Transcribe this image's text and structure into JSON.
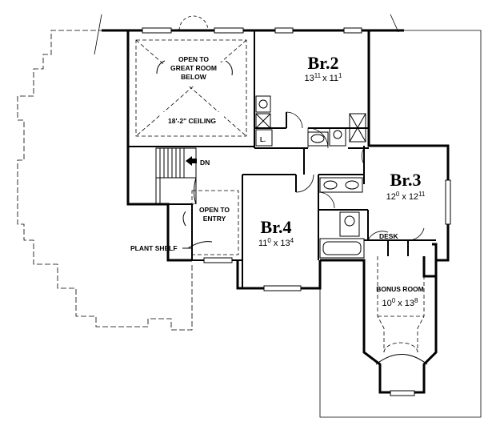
{
  "plan": {
    "rooms": {
      "br2": {
        "name": "Br.2",
        "w_main": "13",
        "w_sup": "11",
        "h_main": "11",
        "h_sup": "1"
      },
      "br3": {
        "name": "Br.3",
        "w_main": "12",
        "w_sup": "0",
        "h_main": "12",
        "h_sup": "11"
      },
      "br4": {
        "name": "Br.4",
        "w_main": "11",
        "w_sup": "0",
        "h_main": "13",
        "h_sup": "4"
      },
      "bonus": {
        "name": "BONUS ROOM",
        "w_main": "10",
        "w_sup": "0",
        "h_main": "13",
        "h_sup": "8"
      }
    },
    "labels": {
      "open_great_1": "OPEN TO",
      "open_great_2": "GREAT ROOM",
      "open_great_3": "BELOW",
      "ceiling": "18'-2\" CEILING",
      "dn": "DN",
      "open_entry_1": "OPEN TO",
      "open_entry_2": "ENTRY",
      "plant_shelf": "PLANT SHELF",
      "desk": "DESK",
      "linen": "L.",
      "dim_sep": "x"
    }
  }
}
